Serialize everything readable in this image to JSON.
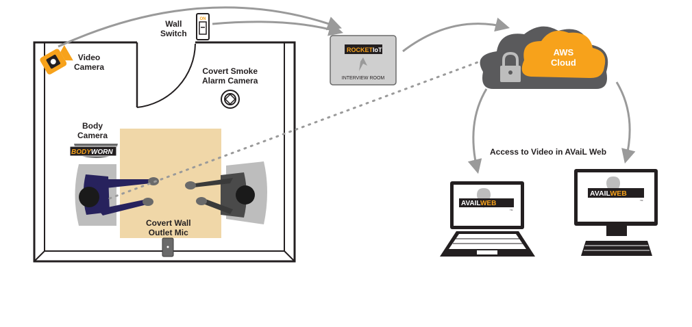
{
  "labels": {
    "wall_switch": [
      "Wall",
      "Switch"
    ],
    "switch_on": "ON",
    "video_camera": [
      "Video",
      "Camera"
    ],
    "smoke_camera": [
      "Covert Smoke",
      "Alarm Camera"
    ],
    "body_camera": [
      "Body",
      "Camera"
    ],
    "outlet_mic": [
      "Covert Wall",
      "Outlet Mic"
    ],
    "access": "Access to Video in AVaiL Web"
  },
  "rocket": {
    "brand_a": "ROCKET",
    "brand_b": "IoT",
    "caption": "INTERVIEW ROOM"
  },
  "cloud": {
    "line1": "AWS",
    "line2": "Cloud"
  },
  "bodyworn": {
    "brand_a": "BODY",
    "brand_b": "WORN"
  },
  "availweb": {
    "brand_a": "AVAIL",
    "brand_b": "WEB",
    "tm": "TM"
  },
  "colors": {
    "orange": "#f7a21b",
    "dark": "#231f20",
    "arrow_gray": "#9a9a9a",
    "table_tan": "#f0d7a8",
    "cloud_gray": "#5a5a5c",
    "navy": "#27225d",
    "device_gray": "#cfcfcf"
  }
}
